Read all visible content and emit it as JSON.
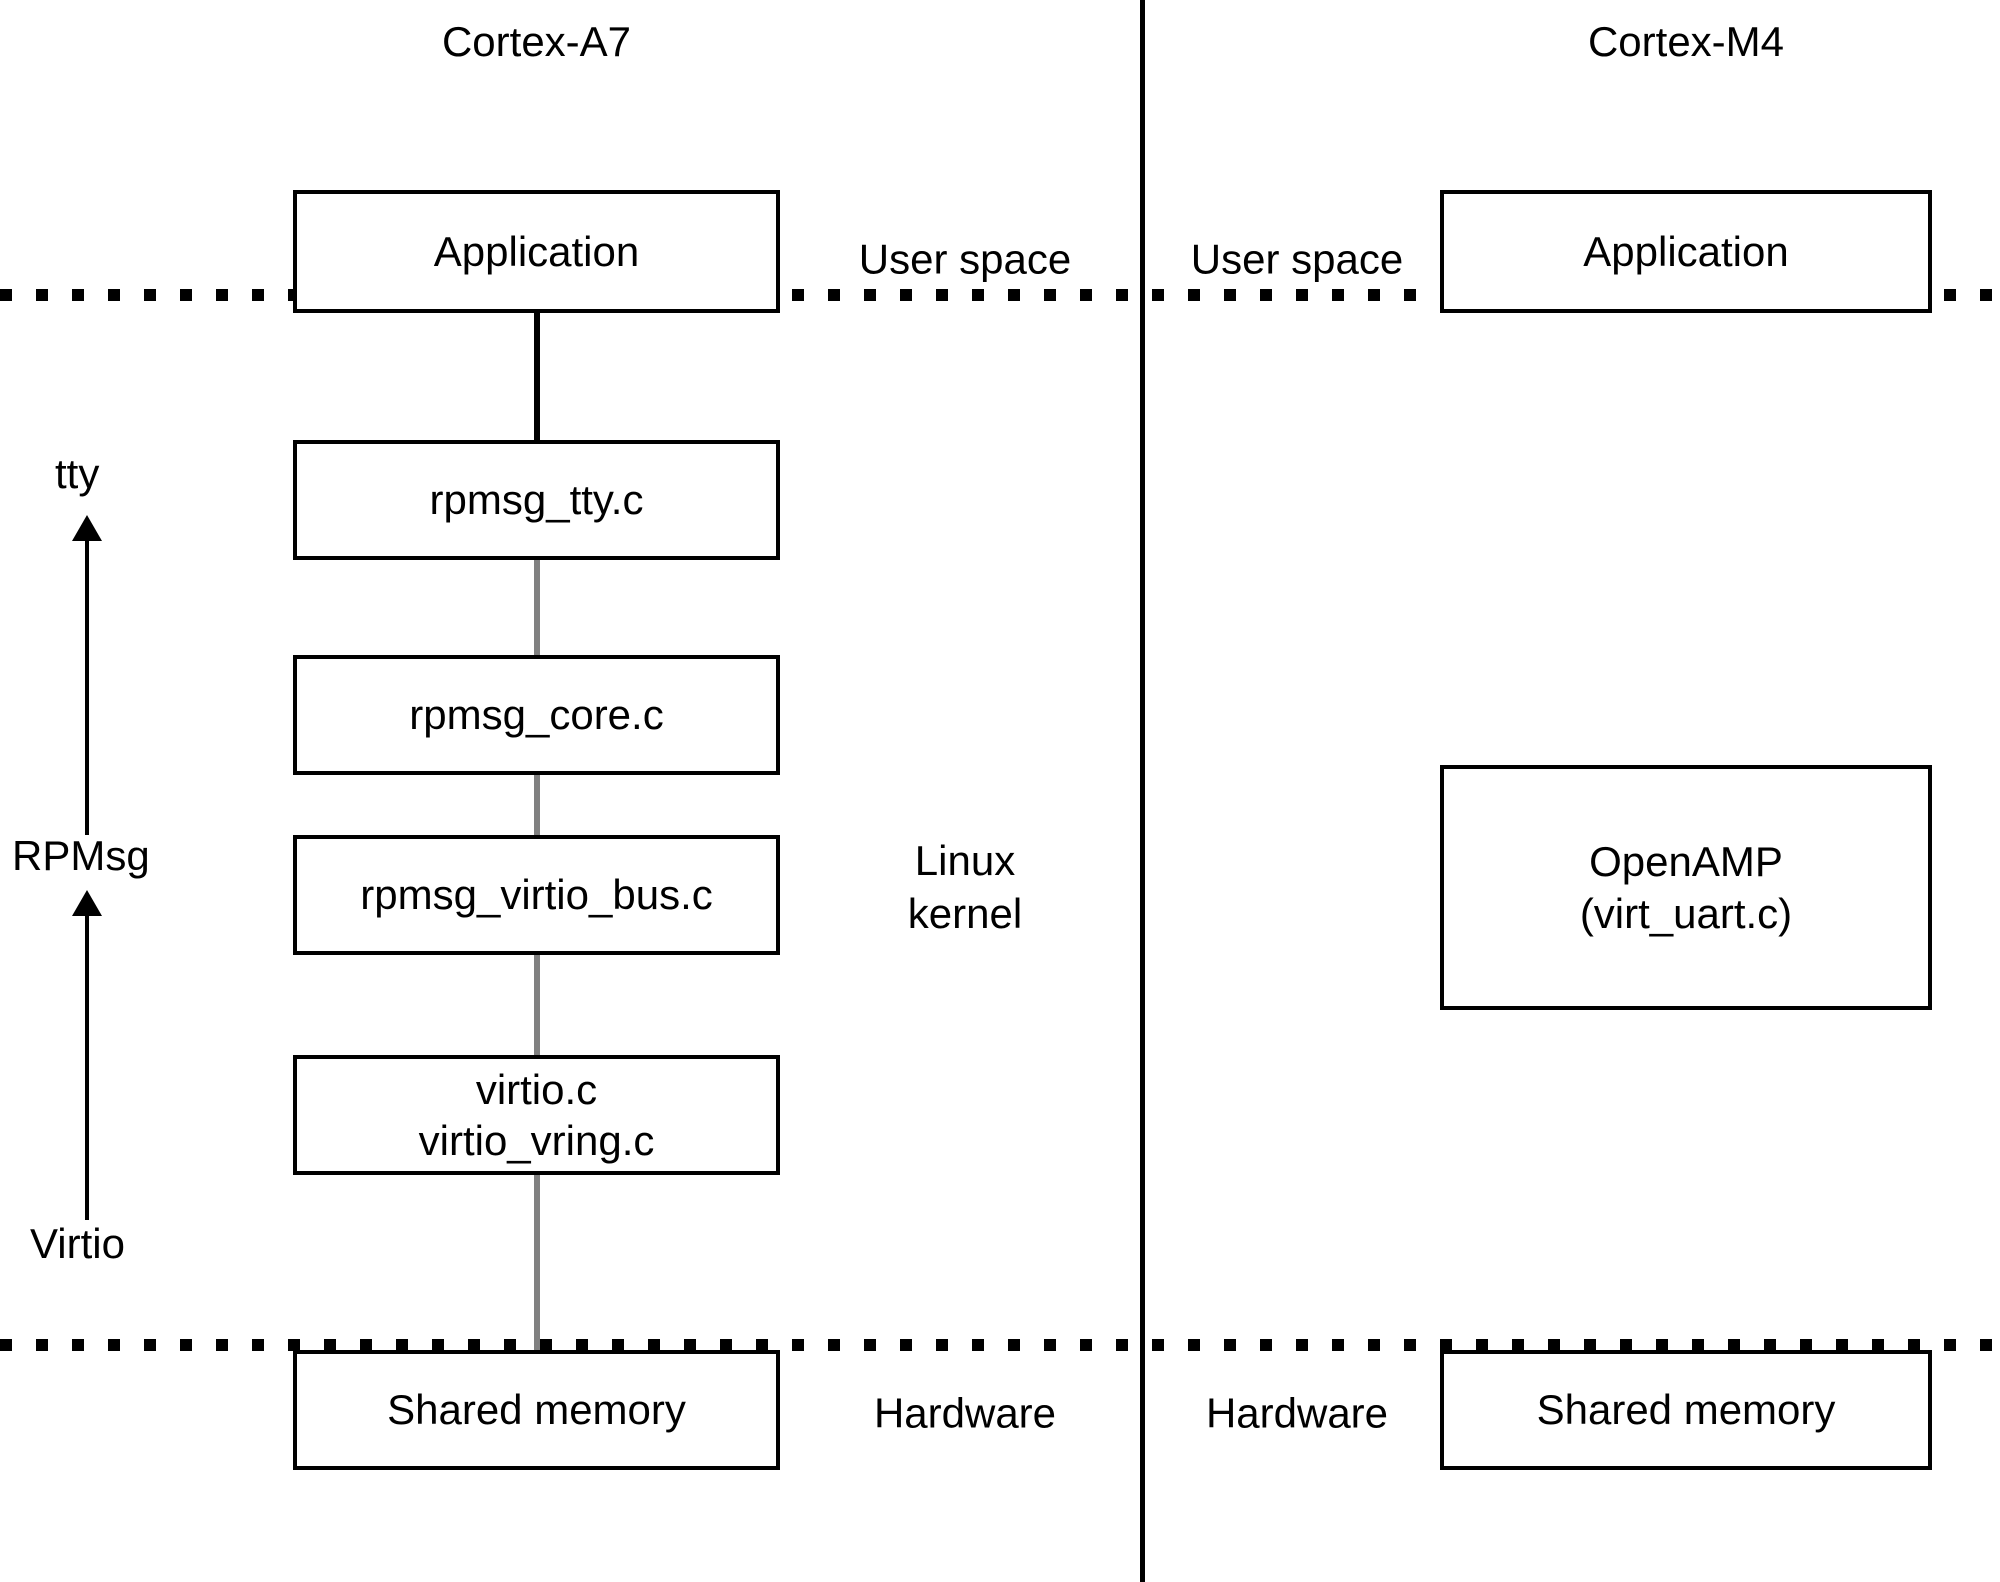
{
  "diagram": {
    "title_left": "Cortex-A7",
    "title_right": "Cortex-M4",
    "zones": {
      "user_space_left": "User space",
      "user_space_right": "User space",
      "linux_kernel_line1": "Linux",
      "linux_kernel_line2": "kernel",
      "hardware_left": "Hardware",
      "hardware_right": "Hardware"
    },
    "stack_labels": {
      "tty": "tty",
      "rpmsg": "RPMsg",
      "virtio": "Virtio"
    },
    "left_boxes": [
      {
        "id": "application",
        "label": "Application"
      },
      {
        "id": "rpmsg-tty",
        "label": "rpmsg_tty.c"
      },
      {
        "id": "rpmsg-core",
        "label": "rpmsg_core.c"
      },
      {
        "id": "rpmsg-virtio-bus",
        "label": "rpmsg_virtio_bus.c"
      },
      {
        "id": "virtio",
        "label": "virtio.c",
        "label2": "virtio_vring.c"
      },
      {
        "id": "shared-memory",
        "label": "Shared memory"
      }
    ],
    "right_boxes": [
      {
        "id": "application",
        "label": "Application"
      },
      {
        "id": "openamp",
        "label": "OpenAMP",
        "label2": "(virt_uart.c)"
      },
      {
        "id": "shared-memory",
        "label": "Shared memory"
      }
    ],
    "colors": {
      "stroke": "#000000",
      "connector": "#808080",
      "background": "#ffffff"
    }
  }
}
